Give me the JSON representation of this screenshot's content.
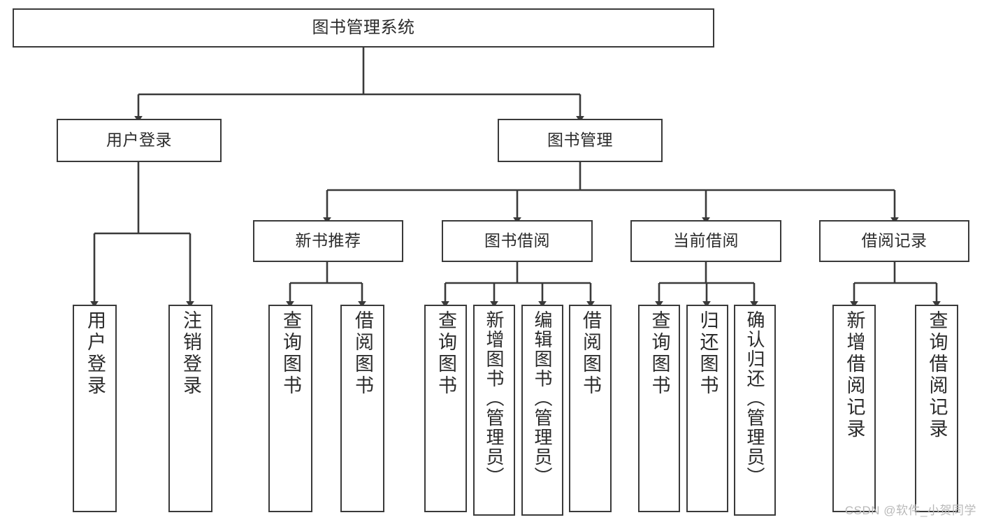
{
  "diagram": {
    "title": "图书管理系统",
    "type": "tree-hierarchy",
    "watermark": "CSDN @软件_小贺同学",
    "colors": {
      "border": "#3a3a3a",
      "fill": "#ffffff",
      "text": "#2b2b2b",
      "watermark": "#b9b9b9"
    },
    "nodes": {
      "root": {
        "label": "图书管理系统"
      },
      "level2": [
        {
          "label": "用户登录"
        },
        {
          "label": "图书管理"
        }
      ],
      "level3": [
        {
          "label": "新书推荐"
        },
        {
          "label": "图书借阅"
        },
        {
          "label": "当前借阅"
        },
        {
          "label": "借阅记录"
        }
      ],
      "leaves_user_login": [
        {
          "label": "用户登录"
        },
        {
          "label": "注销登录"
        }
      ],
      "leaves_new_book": [
        {
          "label": "查询图书"
        },
        {
          "label": "借阅图书"
        }
      ],
      "leaves_borrow": [
        {
          "label": "查询图书"
        },
        {
          "label": "新增图书（管理员）"
        },
        {
          "label": "编辑图书（管理员）"
        },
        {
          "label": "借阅图书"
        }
      ],
      "leaves_current": [
        {
          "label": "查询图书"
        },
        {
          "label": "归还图书"
        },
        {
          "label": "确认归还（管理员）"
        }
      ],
      "leaves_record": [
        {
          "label": "新增借阅记录"
        },
        {
          "label": "查询借阅记录"
        }
      ]
    }
  }
}
